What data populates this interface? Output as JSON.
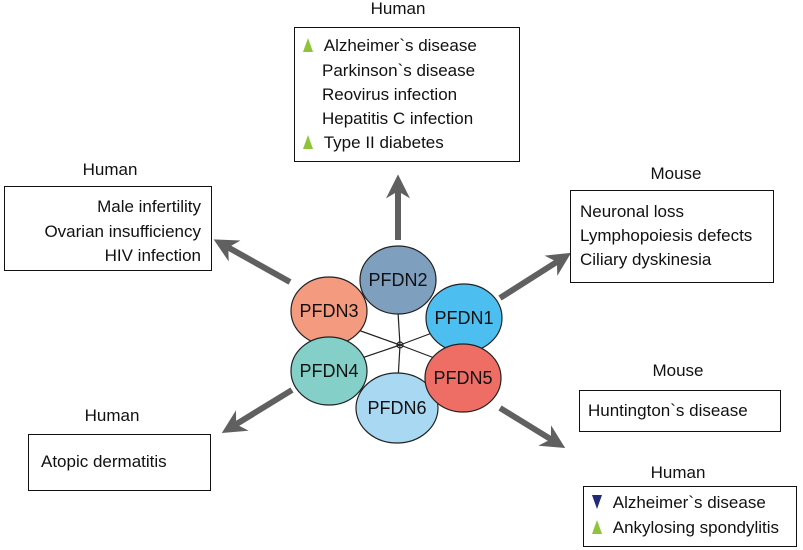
{
  "proteins": [
    "PFDN2",
    "PFDN1",
    "PFDN5",
    "PFDN6",
    "PFDN4",
    "PFDN3"
  ],
  "colors": {
    "PFDN2": "#7f9fbf",
    "PFDN1": "#4cbff0",
    "PFDN5": "#ee6e66",
    "PFDN6": "#a9d8f2",
    "PFDN4": "#84d0c9",
    "PFDN3": "#f49a7f",
    "arrow": "#606060",
    "up_marker": "#8fc43a",
    "down_marker": "#232a7a"
  },
  "top": {
    "header": "Human",
    "items": [
      {
        "text": "Alzheimer`s disease",
        "marker": "up"
      },
      {
        "text": "Parkinson`s disease",
        "marker": "none"
      },
      {
        "text": "Reovirus infection",
        "marker": "none"
      },
      {
        "text": "Hepatitis C infection",
        "marker": "none"
      },
      {
        "text": "Type II diabetes",
        "marker": "up"
      }
    ]
  },
  "left_top": {
    "header": "Human",
    "items": [
      "Male infertility",
      "Ovarian insufficiency",
      "HIV infection"
    ]
  },
  "right_top": {
    "header": "Mouse",
    "items": [
      "Neuronal loss",
      "Lymphopoiesis defects",
      "Ciliary dyskinesia"
    ]
  },
  "right_mid": {
    "header": "Mouse",
    "items": [
      "Huntington`s disease"
    ]
  },
  "left_bottom": {
    "header": "Human",
    "items": [
      "Atopic dermatitis"
    ]
  },
  "right_bottom": {
    "header": "Human",
    "items": [
      {
        "text": "Alzheimer`s disease",
        "marker": "down"
      },
      {
        "text": "Ankylosing spondylitis",
        "marker": "up"
      }
    ]
  }
}
